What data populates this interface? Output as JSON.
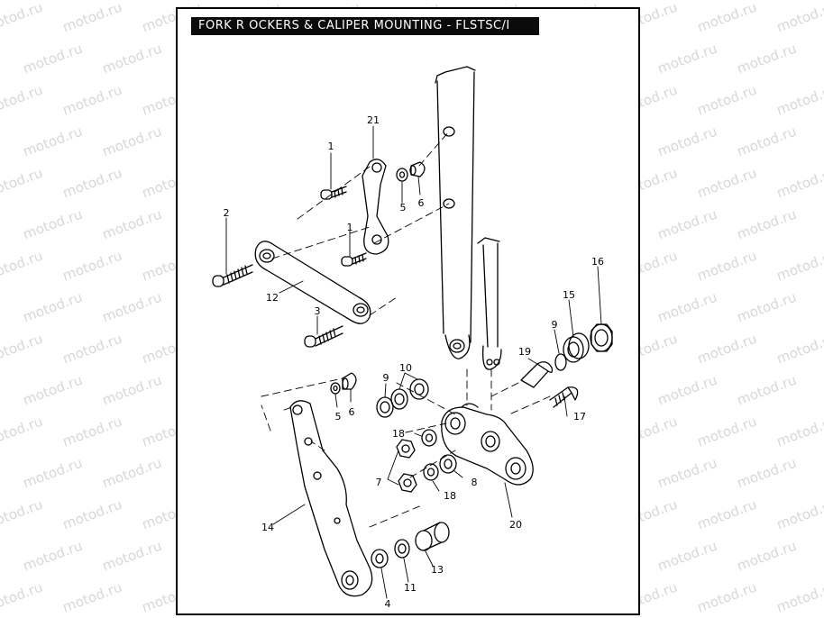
{
  "title": "FORK R OCKERS & CALIPER MOUNTING - FLSTSC/I",
  "watermark": "motod.ru",
  "callouts": [
    {
      "id": "c21a",
      "text": "21"
    },
    {
      "id": "c1a",
      "text": "1"
    },
    {
      "id": "c5a",
      "text": "5"
    },
    {
      "id": "c6a",
      "text": "6"
    },
    {
      "id": "c2",
      "text": "2"
    },
    {
      "id": "c1b",
      "text": "1"
    },
    {
      "id": "c12",
      "text": "12"
    },
    {
      "id": "c3",
      "text": "3"
    },
    {
      "id": "c16",
      "text": "16"
    },
    {
      "id": "c15",
      "text": "15"
    },
    {
      "id": "c9a",
      "text": "9"
    },
    {
      "id": "c19",
      "text": "19"
    },
    {
      "id": "c9b",
      "text": "9"
    },
    {
      "id": "c10",
      "text": "10"
    },
    {
      "id": "c5b",
      "text": "5"
    },
    {
      "id": "c6b",
      "text": "6"
    },
    {
      "id": "c17",
      "text": "17"
    },
    {
      "id": "c18a",
      "text": "18"
    },
    {
      "id": "c7",
      "text": "7"
    },
    {
      "id": "c18b",
      "text": "18"
    },
    {
      "id": "c8",
      "text": "8"
    },
    {
      "id": "c20",
      "text": "20"
    },
    {
      "id": "c14",
      "text": "14"
    },
    {
      "id": "c13",
      "text": "13"
    },
    {
      "id": "c11",
      "text": "11"
    },
    {
      "id": "c4",
      "text": "4"
    }
  ]
}
